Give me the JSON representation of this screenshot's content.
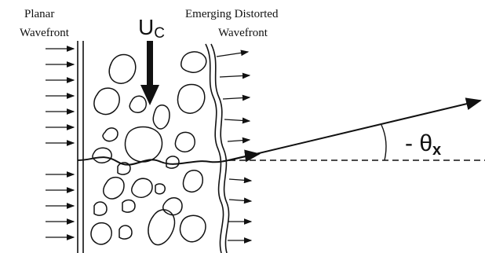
{
  "labels": {
    "planar_line1": "Planar",
    "planar_line2": "Wavefront",
    "emerging_line1": "Emerging Distorted",
    "emerging_line2": "Wavefront",
    "velocity_main": "U",
    "velocity_sub": "C",
    "angle_main": "- θ",
    "angle_sub": "x"
  },
  "colors": {
    "ink": "#111111",
    "background": "#ffffff"
  }
}
